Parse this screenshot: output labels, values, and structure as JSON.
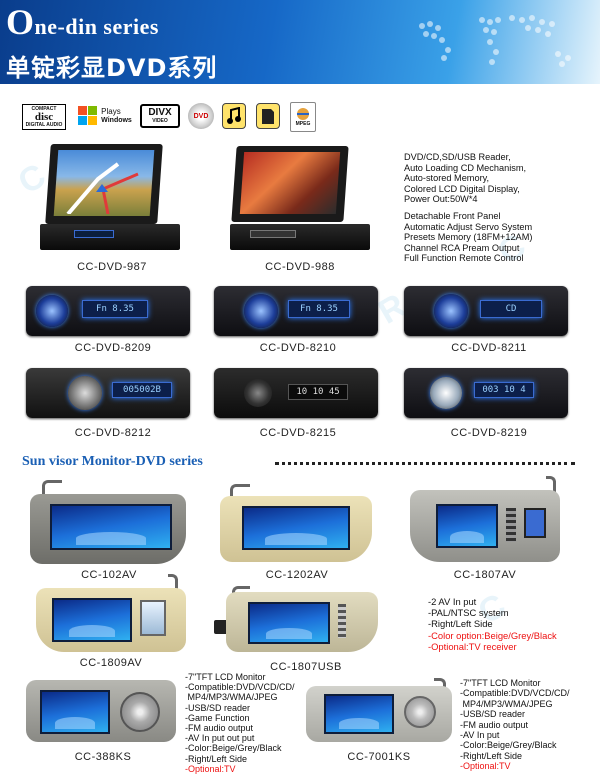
{
  "header": {
    "title_en_initial": "O",
    "title_en_rest": "ne-din series",
    "title_cn": "单锭彩显DVD系列"
  },
  "logos": [
    {
      "name": "compact-disc-digital-audio-logo",
      "lines": [
        "COMPACT",
        "disc",
        "DIGITAL AUDIO"
      ]
    },
    {
      "name": "windows-logo",
      "lines": [
        "Plays",
        "Windows"
      ]
    },
    {
      "name": "divx-logo",
      "lines": [
        "DIVX",
        "VIDEO"
      ]
    },
    {
      "name": "dvd-logo",
      "lines": [
        "DVD"
      ]
    },
    {
      "name": "mp3-logo",
      "lines": []
    },
    {
      "name": "sd-card-logo",
      "lines": []
    },
    {
      "name": "mpeg-logo",
      "lines": [
        "MPEG"
      ]
    }
  ],
  "products": {
    "cc987": {
      "label": "CC-DVD-987"
    },
    "cc988": {
      "label": "CC-DVD-988"
    },
    "cc8209": {
      "label": "CC-DVD-8209",
      "display": "Fn 8.35"
    },
    "cc8210": {
      "label": "CC-DVD-8210",
      "display": "Fn 8.35"
    },
    "cc8211": {
      "label": "CC-DVD-8211",
      "display": "CD"
    },
    "cc8212": {
      "label": "CC-DVD-8212",
      "display": "005002B"
    },
    "cc8215": {
      "label": "CC-DVD-8215",
      "display": "10 10 45"
    },
    "cc8219": {
      "label": "CC-DVD-8219",
      "display": "003 10 4"
    }
  },
  "dvd_specs": [
    "DVD/CD,SD/USB Reader,",
    "Auto Loading CD Mechanism,",
    "Auto-stored Memory,",
    "Colored LCD Digital Display,",
    "Power Out:50W*4",
    "",
    "Detachable Front Panel",
    "Automatic Adjust Servo System",
    "Presets Memory (18FM+12AM)",
    "Channel RCA Pream Output",
    "Full Function Remote Control"
  ],
  "section2_title": "Sun visor Monitor-DVD series",
  "visors": {
    "v102": {
      "label": "CC-102AV"
    },
    "v1202": {
      "label": "CC-1202AV"
    },
    "v1807": {
      "label": "CC-1807AV"
    },
    "v1809": {
      "label": "CC-1809AV"
    },
    "v1807usb": {
      "label": "CC-1807USB"
    },
    "v388": {
      "label": "CC-388KS"
    },
    "v7001": {
      "label": "CC-7001KS"
    }
  },
  "visor_specs_av": [
    "-2 AV In put",
    "-PAL/NTSC system",
    "-Right/Left Side"
  ],
  "visor_specs_av_red": [
    "-Color option:Beige/Grey/Black",
    "-Optional:TV receiver"
  ],
  "visor_specs_ks": [
    "-7\"TFT LCD Monitor",
    "-Compatible:DVD/VCD/CD/",
    " MP4/MP3/WMA/JPEG",
    "-USB/SD reader",
    "-Game Function",
    "-FM audio output",
    "-AV In put out put",
    "-Color:Beige/Grey/Black",
    "-Right/Left Side"
  ],
  "visor_specs_ks_red": "-Optional:TV",
  "visor_specs_7001": [
    "-7\"TFT LCD Monitor",
    "-Compatible:DVD/VCD/CD/",
    " MP4/MP3/WMA/JPEG",
    "-USB/SD reader",
    "-FM audio output",
    "-AV In put",
    "-Color:Beige/Grey/Black",
    "-Right/Left Side"
  ],
  "visor_specs_7001_red": "-Optional:TV",
  "colors": {
    "header_blue": "#1668c7",
    "section_blue": "#1a5fb4",
    "accent_red": "#e11111",
    "beige": "#e2d7b0",
    "grey": "#b9b9b3"
  }
}
